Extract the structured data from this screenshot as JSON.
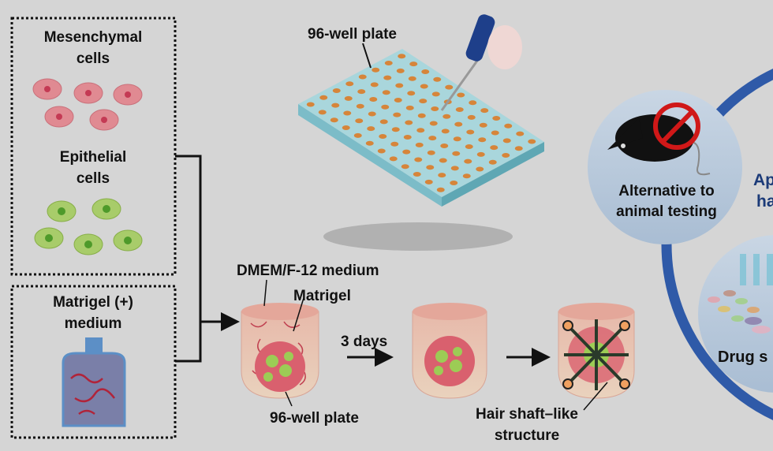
{
  "inputs": {
    "mesenchymal_label": [
      "Mesenchymal",
      "cells"
    ],
    "epithelial_label": [
      "Epithelial",
      "cells"
    ],
    "matrigel_label": [
      "Matrigel (+)",
      "medium"
    ]
  },
  "culture": {
    "plate_top_label": "96-well plate",
    "medium_label": "DMEM/F-12 medium",
    "matrigel_label": "Matrigel",
    "duration_label": "3 days",
    "plate_bottom_label": "96-well plate",
    "result_label": [
      "Hair shaft–like",
      "structure"
    ]
  },
  "applications": {
    "animal_testing_label": [
      "Alternative to",
      "animal testing"
    ],
    "center_label": [
      "Ap",
      "ha"
    ],
    "drug_label": "Drug s"
  },
  "colors": {
    "background": "#d5d5d5",
    "arc": "#2f5aa8",
    "bubble": "#b9c9dc",
    "pink": "#e08a92",
    "green": "#8cc04a"
  }
}
